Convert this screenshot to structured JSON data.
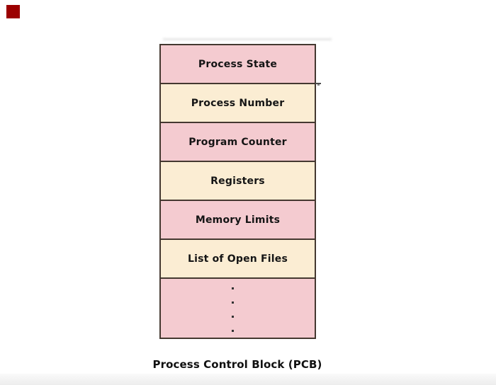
{
  "diagram": {
    "caption": "Process Control Block (PCB)",
    "rows": [
      {
        "label": "Process State",
        "tone": "pink"
      },
      {
        "label": "Process Number",
        "tone": "cream"
      },
      {
        "label": "Program Counter",
        "tone": "pink"
      },
      {
        "label": "Registers",
        "tone": "cream"
      },
      {
        "label": "Memory Limits",
        "tone": "pink"
      },
      {
        "label": "List of Open Files",
        "tone": "cream"
      }
    ],
    "ellipsis_dot_count": 4,
    "colors": {
      "pink": "#f4cbd0",
      "cream": "#fbedd3",
      "border": "#443830",
      "text": "#151515",
      "dot": "#333333",
      "marker": "#9b0000"
    }
  }
}
